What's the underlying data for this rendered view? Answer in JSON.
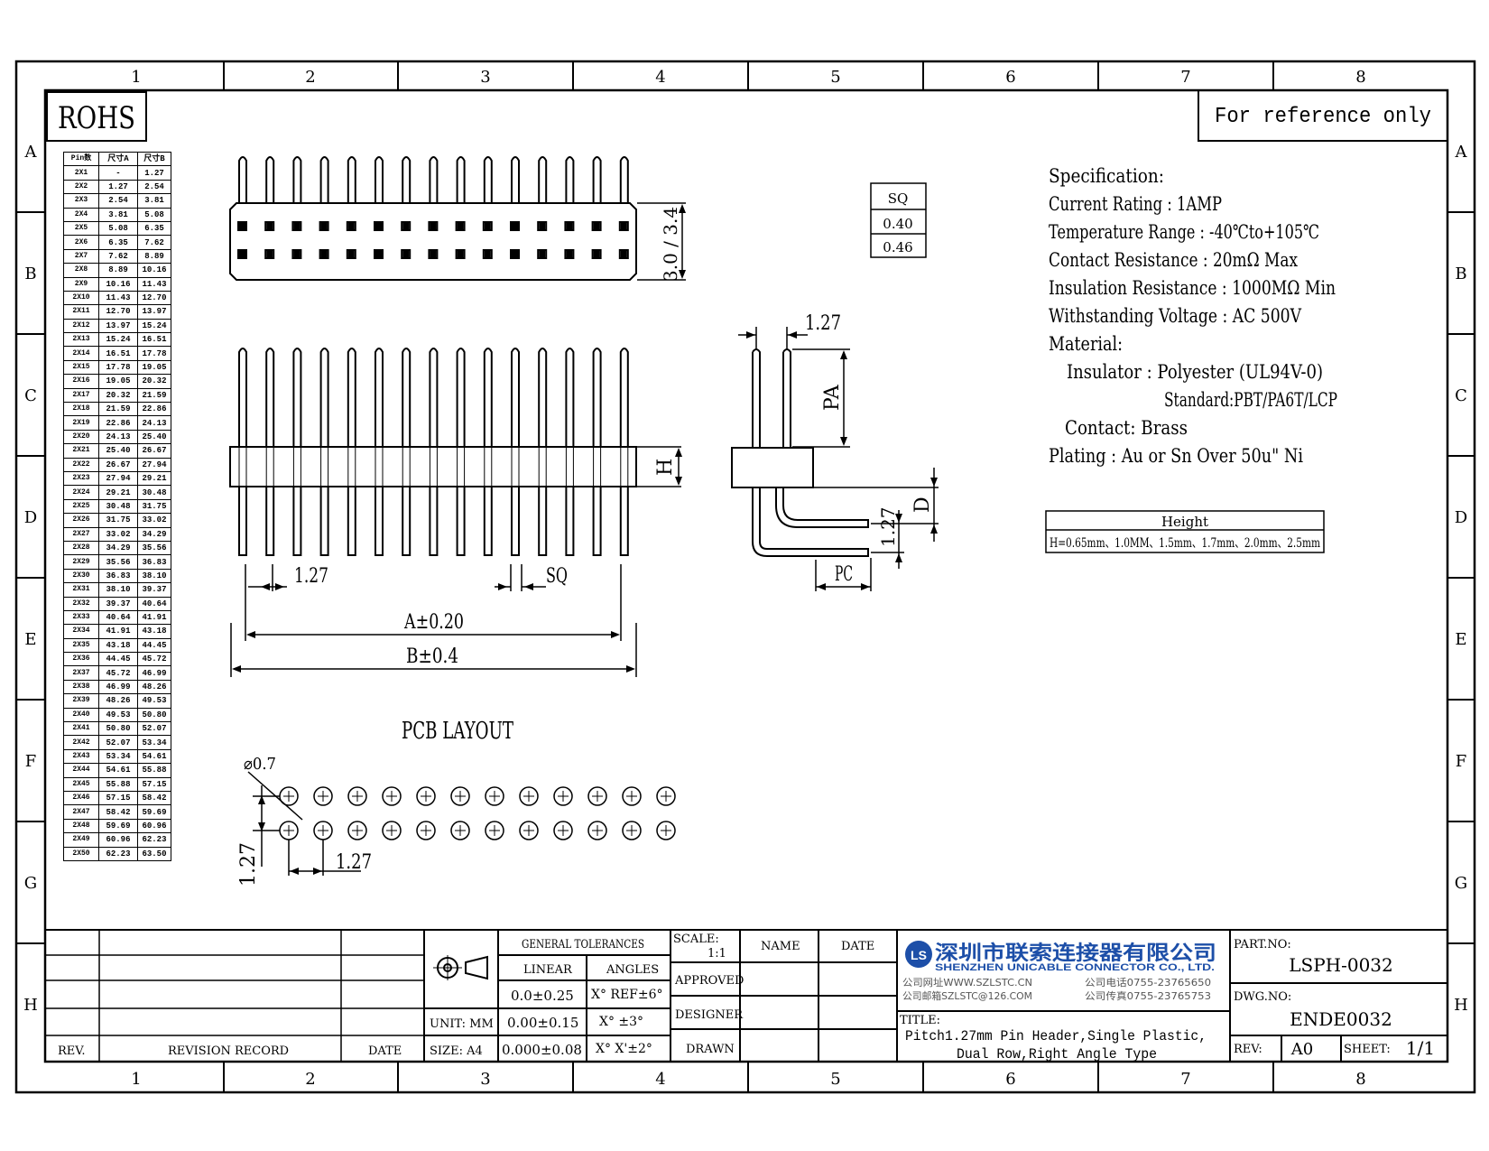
{
  "frame": {
    "columns": [
      "1",
      "2",
      "3",
      "4",
      "5",
      "6",
      "7",
      "8"
    ],
    "rows": [
      "A",
      "B",
      "C",
      "D",
      "E",
      "F",
      "G",
      "H"
    ]
  },
  "rohs": "ROHS",
  "reference_note": "For reference only",
  "size_table": {
    "headers": [
      "Pin数",
      "尺寸A",
      "尺寸B"
    ],
    "rows": [
      [
        "2X1",
        "-",
        "1.27"
      ],
      [
        "2X2",
        "1.27",
        "2.54"
      ],
      [
        "2X3",
        "2.54",
        "3.81"
      ],
      [
        "2X4",
        "3.81",
        "5.08"
      ],
      [
        "2X5",
        "5.08",
        "6.35"
      ],
      [
        "2X6",
        "6.35",
        "7.62"
      ],
      [
        "2X7",
        "7.62",
        "8.89"
      ],
      [
        "2X8",
        "8.89",
        "10.16"
      ],
      [
        "2X9",
        "10.16",
        "11.43"
      ],
      [
        "2X10",
        "11.43",
        "12.70"
      ],
      [
        "2X11",
        "12.70",
        "13.97"
      ],
      [
        "2X12",
        "13.97",
        "15.24"
      ],
      [
        "2X13",
        "15.24",
        "16.51"
      ],
      [
        "2X14",
        "16.51",
        "17.78"
      ],
      [
        "2X15",
        "17.78",
        "19.05"
      ],
      [
        "2X16",
        "19.05",
        "20.32"
      ],
      [
        "2X17",
        "20.32",
        "21.59"
      ],
      [
        "2X18",
        "21.59",
        "22.86"
      ],
      [
        "2X19",
        "22.86",
        "24.13"
      ],
      [
        "2X20",
        "24.13",
        "25.40"
      ],
      [
        "2X21",
        "25.40",
        "26.67"
      ],
      [
        "2X22",
        "26.67",
        "27.94"
      ],
      [
        "2X23",
        "27.94",
        "29.21"
      ],
      [
        "2X24",
        "29.21",
        "30.48"
      ],
      [
        "2X25",
        "30.48",
        "31.75"
      ],
      [
        "2X26",
        "31.75",
        "33.02"
      ],
      [
        "2X27",
        "33.02",
        "34.29"
      ],
      [
        "2X28",
        "34.29",
        "35.56"
      ],
      [
        "2X29",
        "35.56",
        "36.83"
      ],
      [
        "2X30",
        "36.83",
        "38.10"
      ],
      [
        "2X31",
        "38.10",
        "39.37"
      ],
      [
        "2X32",
        "39.37",
        "40.64"
      ],
      [
        "2X33",
        "40.64",
        "41.91"
      ],
      [
        "2X34",
        "41.91",
        "43.18"
      ],
      [
        "2X35",
        "43.18",
        "44.45"
      ],
      [
        "2X36",
        "44.45",
        "45.72"
      ],
      [
        "2X37",
        "45.72",
        "46.99"
      ],
      [
        "2X38",
        "46.99",
        "48.26"
      ],
      [
        "2X39",
        "48.26",
        "49.53"
      ],
      [
        "2X40",
        "49.53",
        "50.80"
      ],
      [
        "2X41",
        "50.80",
        "52.07"
      ],
      [
        "2X42",
        "52.07",
        "53.34"
      ],
      [
        "2X43",
        "53.34",
        "54.61"
      ],
      [
        "2X44",
        "54.61",
        "55.88"
      ],
      [
        "2X45",
        "55.88",
        "57.15"
      ],
      [
        "2X46",
        "57.15",
        "58.42"
      ],
      [
        "2X47",
        "58.42",
        "59.69"
      ],
      [
        "2X48",
        "59.69",
        "60.96"
      ],
      [
        "2X49",
        "60.96",
        "62.23"
      ],
      [
        "2X50",
        "62.23",
        "63.50"
      ]
    ]
  },
  "top_view": {
    "dim_height": "3.0 / 3.4"
  },
  "front_view": {
    "dim_pitch": "1.27",
    "dim_sq": "SQ",
    "dim_h": "H",
    "dim_a": "A±0.20",
    "dim_b": "B±0.4"
  },
  "side_view": {
    "dim_pitch": "1.27",
    "dim_pa": "PA",
    "dim_d": "D",
    "dim_pitch2": "1.27",
    "dim_pc": "PC"
  },
  "sq_table": {
    "header": "SQ",
    "values": [
      "0.40",
      "0.46"
    ]
  },
  "pcb_layout": {
    "title": "PCB LAYOUT",
    "hole": "⌀0.7",
    "pitch_v": "1.27",
    "pitch_h": "1.27"
  },
  "spec": {
    "lines": [
      "Specification:",
      "Current Rating : 1AMP",
      "Temperature Range : -40℃to+105℃",
      "Contact Resistance : 20mΩ Max",
      "Insulation Resistance : 1000MΩ Min",
      "Withstanding Voltage : AC 500V",
      "Material:",
      "Insulator : Polyester (UL94V-0)",
      "Standard:PBT/PA6T/LCP",
      "Contact: Brass",
      "Plating : Au or Sn Over 50u\" Ni"
    ]
  },
  "height_table": {
    "header": "Height",
    "value": "H=0.65mm、1.0MM、1.5mm、1.7mm、2.0mm、2.5mm"
  },
  "title_block": {
    "rev_label": "REV.",
    "revision_record": "REVISION RECORD",
    "date_label": "DATE",
    "unit": "UNIT: MM",
    "size": "SIZE: A4",
    "general_tolerances": "GENERAL TOLERANCES",
    "linear": "LINEAR",
    "angles": "ANGLES",
    "lin1": "0.0±0.25",
    "lin2": "0.00±0.15",
    "lin3": "0.000±0.08",
    "ang1": "X° REF±6°",
    "ang2": "X° ±3°",
    "ang3": "X° X'±2°",
    "scale_label": "SCALE:",
    "scale_value": "1:1",
    "name": "NAME",
    "date": "DATE",
    "approved": "APPROVED",
    "designer": "DESIGNER",
    "drawn": "DRAWN",
    "company_cn": "深圳市联索连接器有限公司",
    "company_en": "SHENZHEN UNICABLE CONNECTOR CO., LTD.",
    "website": "公司网址WWW.SZLSTC.CN",
    "email": "公司邮箱SZLSTC@126.COM",
    "phone": "公司电话0755-23765650",
    "fax": "公司传真0755-23765753",
    "title_label": "TITLE:",
    "title_line1": "Pitch1.27mm Pin Header,Single Plastic,",
    "title_line2": "Dual Row,Right Angle Type",
    "part_no_label": "PART.NO:",
    "part_no": "LSPH-0032",
    "dwg_no_label": "DWG.NO:",
    "dwg_no": "ENDE0032",
    "rev_label2": "REV:",
    "rev_value": "A0",
    "sheet_label": "SHEET:",
    "sheet_value": "1/1",
    "logo_text": "LS"
  }
}
